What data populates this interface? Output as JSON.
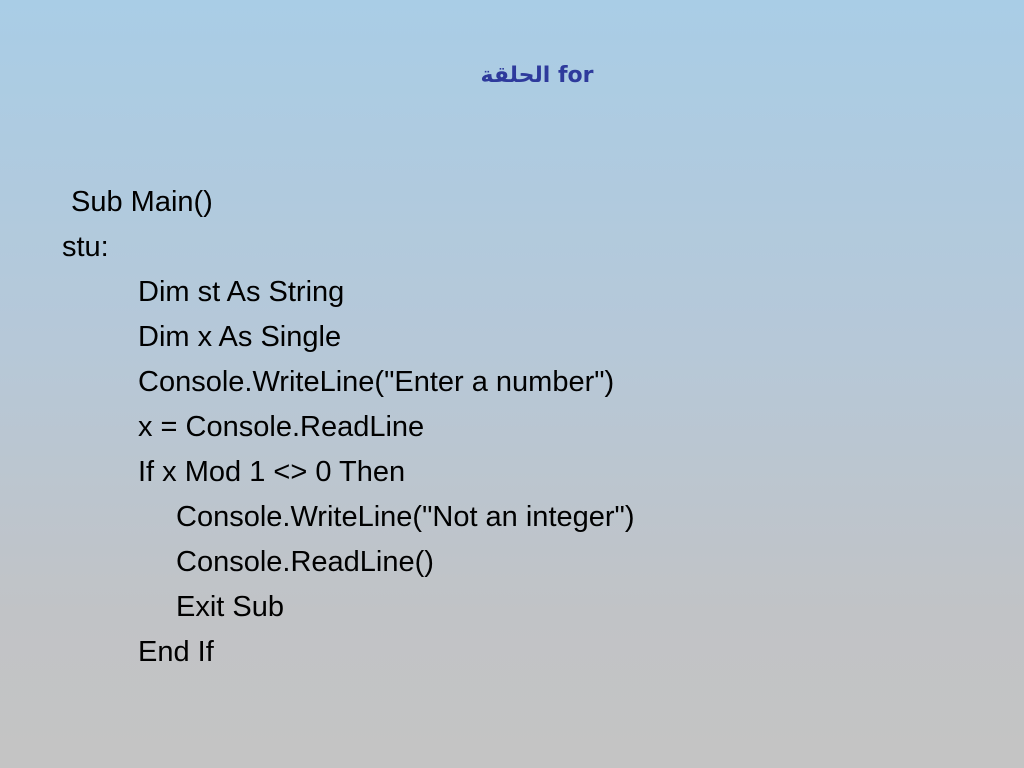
{
  "slide": {
    "title": "الحلقة for",
    "code_lines": [
      "Sub Main()",
      "stu:",
      "Dim st As String",
      "Dim x As Single",
      "Console.WriteLine(\"Enter a number\")",
      "x = Console.ReadLine",
      "If x Mod 1 <> 0 Then",
      "Console.WriteLine(\"Not an integer\")",
      "Console.ReadLine()",
      "Exit Sub",
      "End If"
    ]
  },
  "colors": {
    "title": "#2e3a9c",
    "text": "#000000",
    "background_top": "#a9cde6",
    "background_bottom": "#c4c4c4"
  }
}
